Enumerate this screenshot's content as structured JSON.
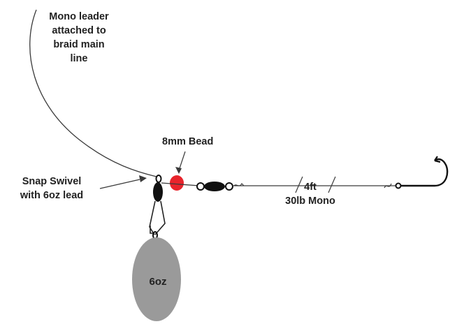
{
  "labels": {
    "leader": [
      "Mono leader",
      "attached to",
      "braid main",
      "line"
    ],
    "bead": "8mm Bead",
    "snap_swivel": [
      "Snap Swivel",
      "with 6oz lead"
    ],
    "mono": [
      "4ft",
      "30lb Mono"
    ],
    "weight": "6oz"
  },
  "colors": {
    "line": "#3a3a3a",
    "bead": "#e8242c",
    "weight": "#9a9a9a",
    "swivel": "#111111"
  }
}
